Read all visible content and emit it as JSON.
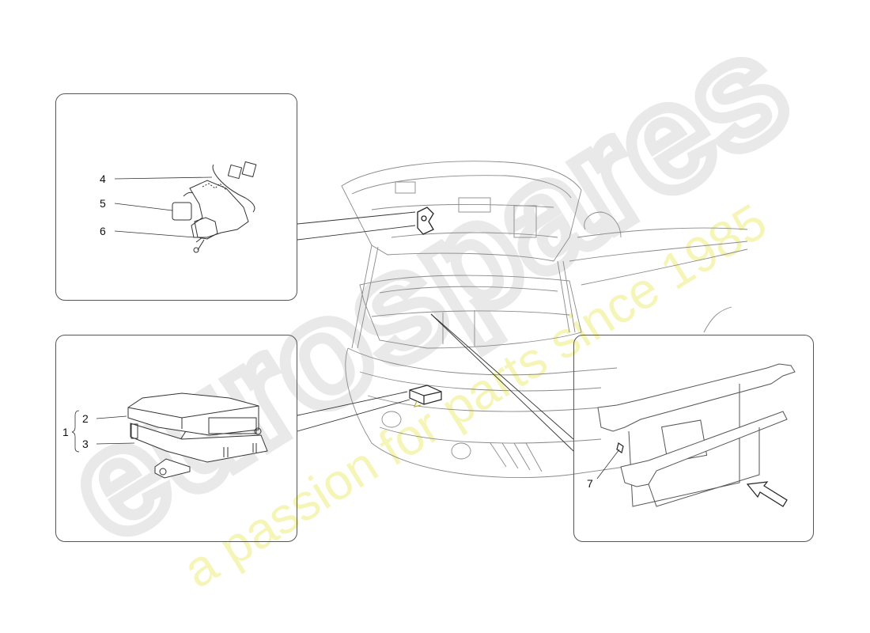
{
  "diagram": {
    "type": "exploded-parts-diagram",
    "subject": "rear trunk / boot area with lid open, electronic modules",
    "panels": [
      {
        "id": "top-left-detail",
        "callouts": [
          "4",
          "5",
          "6"
        ],
        "depicts": "lid-mounted bracket with connectors, module and bolt"
      },
      {
        "id": "bottom-left-detail",
        "callouts": [
          "1",
          "2",
          "3"
        ],
        "group": {
          "parent": "1",
          "children": [
            "2",
            "3"
          ]
        },
        "depicts": "control unit on mounting bracket with nuts"
      },
      {
        "id": "bottom-right-detail",
        "callouts": [
          "7"
        ],
        "depicts": "trunk cross-members / tray with clip, view-direction arrow"
      }
    ],
    "callouts": {
      "c1": "1",
      "c2": "2",
      "c3": "3",
      "c4": "4",
      "c5": "5",
      "c6": "6",
      "c7": "7"
    },
    "watermark": {
      "logo_text": "eurospares",
      "tagline": "a passion for parts since 1985",
      "logo_color": "#e6e6e6",
      "tagline_color": "#f4f3a6"
    },
    "colors": {
      "line": "#555555",
      "light_line": "#9a9a9a",
      "panel_border": "#555555"
    }
  }
}
